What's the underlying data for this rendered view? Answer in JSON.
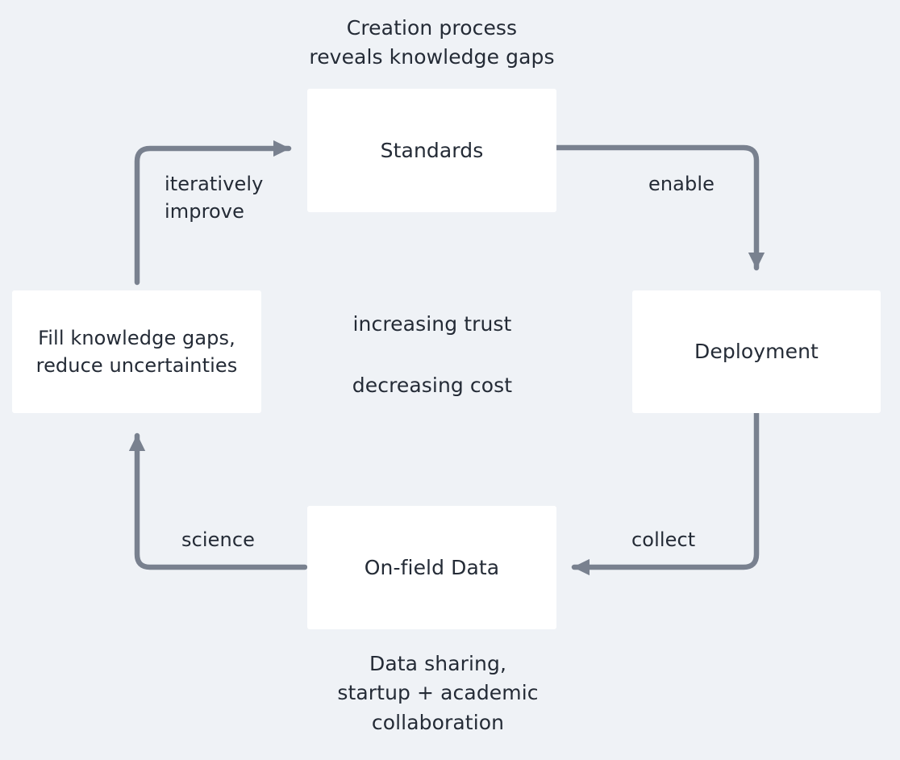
{
  "diagram": {
    "title": "Standards / Deployment / On-field Data virtuous cycle",
    "background_color": "#eff2f6",
    "node_fill_color": "#ffffff",
    "text_color": "#242b36",
    "connector_color": "#79818f",
    "nodes": [
      {
        "id": "standards",
        "label": "Standards",
        "lines": [
          "Standards"
        ]
      },
      {
        "id": "deployment",
        "label": "Deployment",
        "lines": [
          "Deployment"
        ]
      },
      {
        "id": "onfield",
        "label": "On-field Data",
        "lines": [
          "On-field Data"
        ]
      },
      {
        "id": "fillgaps",
        "label": "Fill knowledge gaps, reduce uncertainties",
        "lines": [
          "Fill knowledge gaps,",
          "reduce uncertainties"
        ]
      }
    ],
    "edges": [
      {
        "id": "enable",
        "label": "enable",
        "from": "standards",
        "to": "deployment"
      },
      {
        "id": "collect",
        "label": "collect",
        "from": "deployment",
        "to": "onfield"
      },
      {
        "id": "science",
        "label": "science",
        "from": "onfield",
        "to": "fillgaps"
      },
      {
        "id": "iteratively-improve",
        "label": "iteratively improve",
        "lines": [
          "iteratively",
          "improve"
        ],
        "from": "fillgaps",
        "to": "standards"
      }
    ],
    "annotations": {
      "top": {
        "id": "creation-process",
        "lines": [
          "Creation process",
          "reveals knowledge gaps"
        ]
      },
      "bottom": {
        "id": "data-sharing",
        "lines": [
          "Data sharing,",
          "startup + academic",
          "collaboration"
        ]
      },
      "center": {
        "trust": "increasing trust",
        "cost": "decreasing cost"
      }
    }
  }
}
